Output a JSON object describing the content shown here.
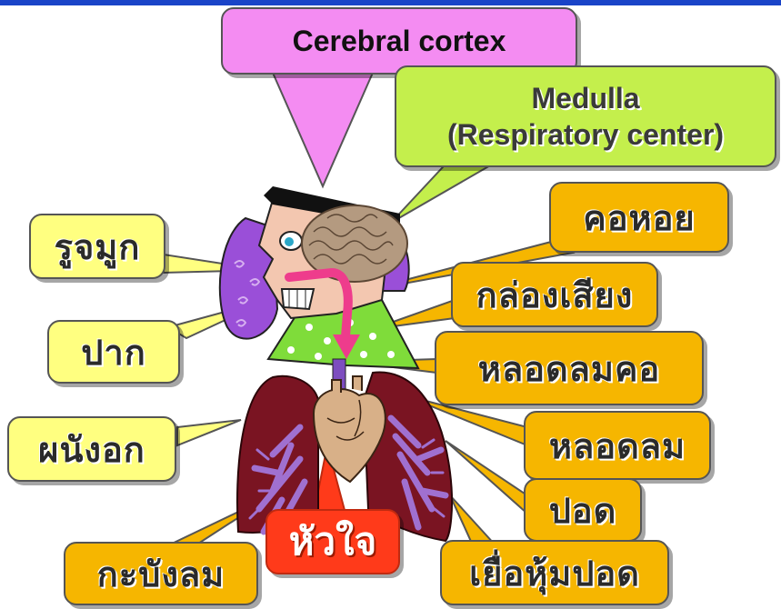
{
  "labels": {
    "cerebral_cortex": "Cerebral cortex",
    "medulla_line1": "Medulla",
    "medulla_line2": "(Respiratory center)",
    "nostril": "รูจมูก",
    "mouth": "ปาก",
    "chest_wall": "ผนังอก",
    "diaphragm": "กะบังลม",
    "throat": "คอหอย",
    "larynx": "กล่องเสียง",
    "trachea": "หลอดลมคอ",
    "bronchus": "หลอดลม",
    "lung": "ปอด",
    "pleura": "เยื่อหุ้มปอด",
    "heart": "หัวใจ"
  },
  "colors": {
    "yellow_box": "#ffff80",
    "orange_box": "#f6b600",
    "pink_box": "#f48cf2",
    "green_box": "#c4ef4c",
    "red_box": "#ff3a1a",
    "lung": "#7a1422",
    "bronchi": "#a070d0",
    "arrow": "#ee3c8c"
  }
}
